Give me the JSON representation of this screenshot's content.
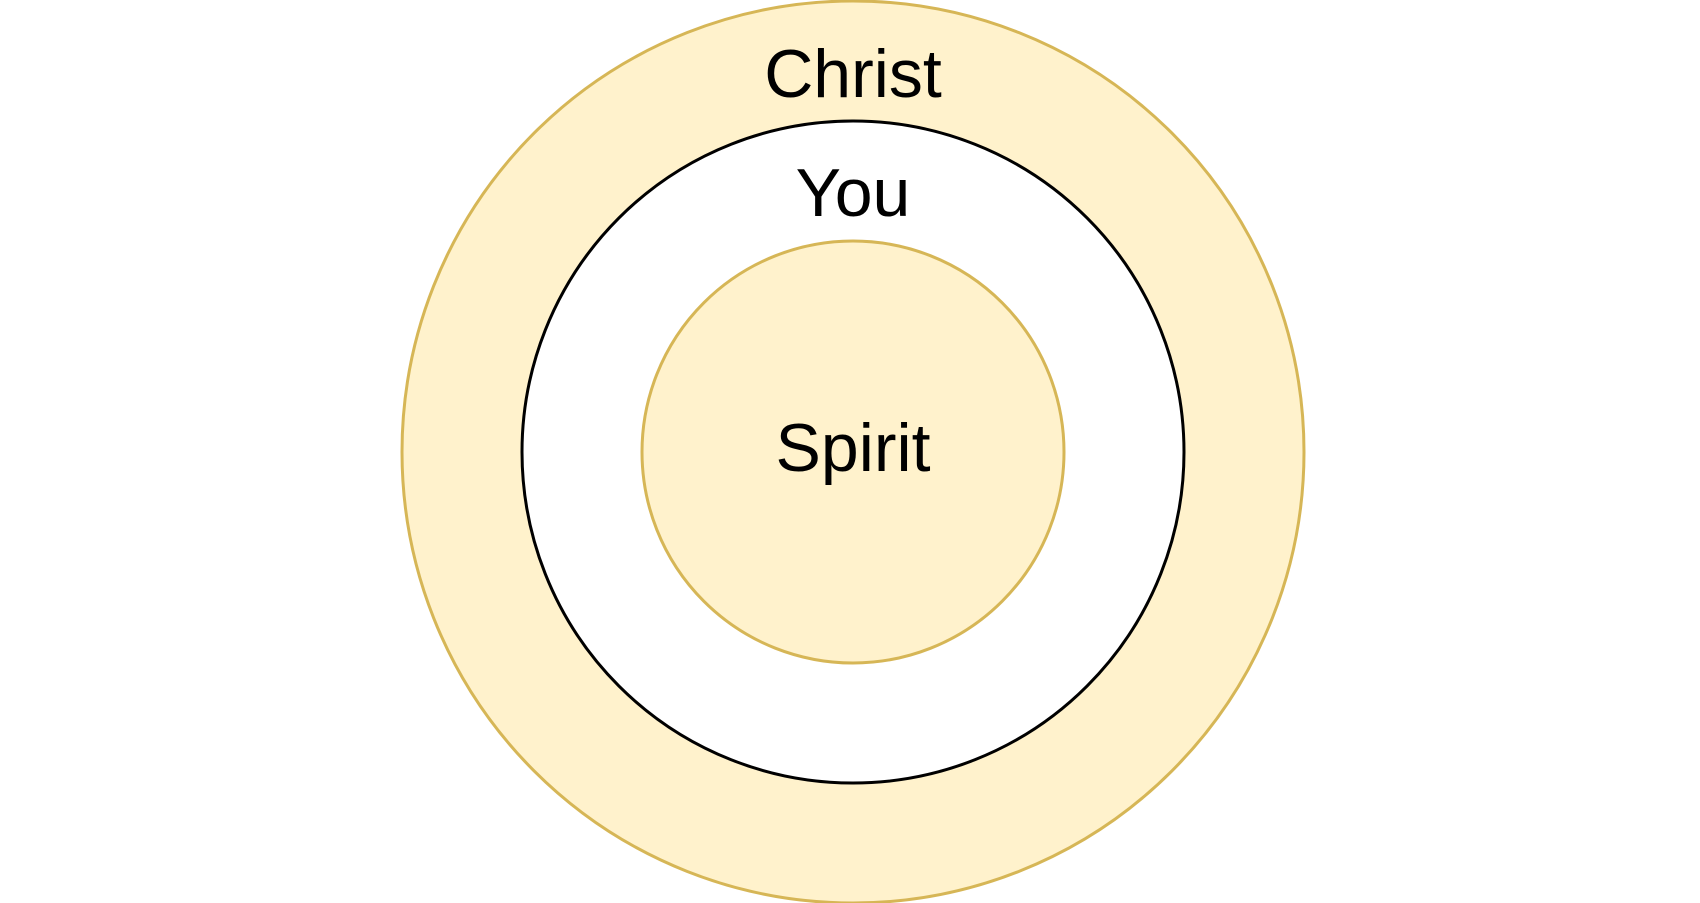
{
  "diagram": {
    "outer": {
      "label": "Christ",
      "fill": "#fff2cc",
      "stroke": "#d6b656"
    },
    "middle": {
      "label": "You",
      "fill": "#ffffff",
      "stroke": "#000000"
    },
    "inner": {
      "label": "Spirit",
      "fill": "#fff2cc",
      "stroke": "#d6b656"
    },
    "text_color": "#000000"
  }
}
